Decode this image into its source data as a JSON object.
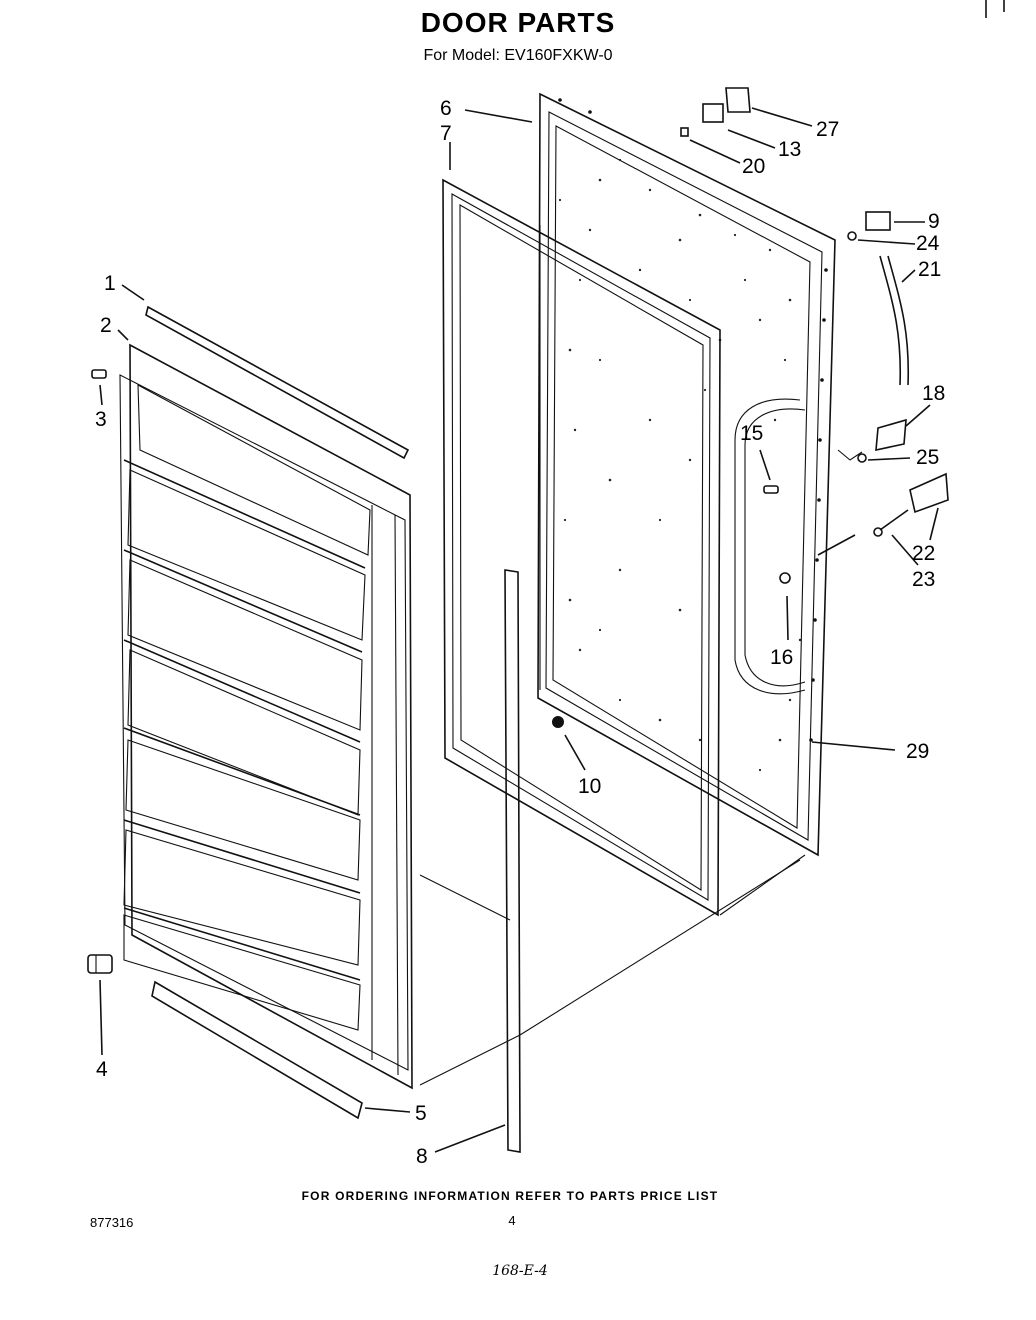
{
  "title": "DOOR PARTS",
  "subtitle": "For Model: EV160FXKW-0",
  "labels": {
    "p1": "1",
    "p2": "2",
    "p3": "3",
    "p4": "4",
    "p5": "5",
    "p6": "6",
    "p7": "7",
    "p8": "8",
    "p9": "9",
    "p10": "10",
    "p13": "13",
    "p15": "15",
    "p16": "16",
    "p18": "18",
    "p20": "20",
    "p21": "21",
    "p22": "22",
    "p23": "23",
    "p24": "24",
    "p25": "25",
    "p27": "27",
    "p29": "29"
  },
  "footer": {
    "ordering_note": "FOR ORDERING INFORMATION REFER TO PARTS PRICE LIST",
    "diagram_number": "877316",
    "page_number": "4",
    "handwritten_code": "168-E-4"
  }
}
